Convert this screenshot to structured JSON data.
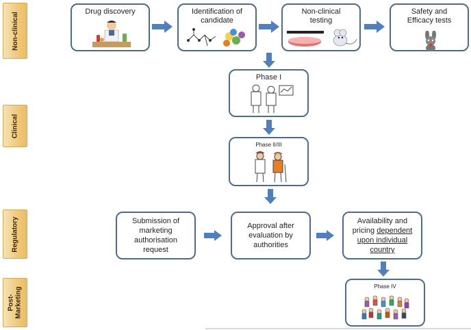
{
  "phases": {
    "nonclinical": "Non-clinical",
    "clinical": "Clinical",
    "regulatory": "Regulatory",
    "postmarketing": "Post-Marketing"
  },
  "boxes": {
    "drug_discovery": "Drug discovery",
    "identification": "Identification of candidate",
    "nonclinical_testing": "Non-clinical testing",
    "safety": "Safety and Efficacy tests",
    "phase1": "Phase I",
    "phase23": "Phase II/III",
    "submission": "Submission of marketing authorisation request",
    "approval": "Approval after evaluation by authorities",
    "availability_pre": "Availability and pricing",
    "availability_ul": "dependent upon individual country",
    "phase4": "Phase IV"
  },
  "colors": {
    "arrow": "#4f7fbf",
    "box_border": "#4a6b93",
    "tab": "#f0c97a"
  }
}
